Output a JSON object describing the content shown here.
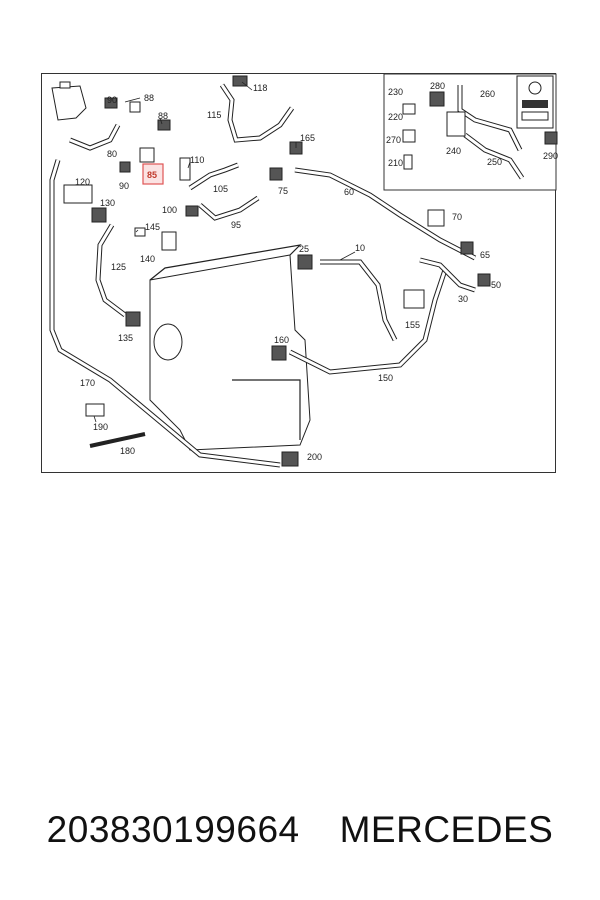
{
  "diagram": {
    "labels": {
      "l10": "10",
      "l25": "25",
      "l30": "30",
      "l50": "50",
      "l60": "60",
      "l65": "65",
      "l70": "70",
      "l75": "75",
      "l80": "80",
      "l85": "85",
      "l88a": "88",
      "l88b": "88",
      "l90a": "90",
      "l90b": "90",
      "l95": "95",
      "l100": "100",
      "l105": "105",
      "l110": "110",
      "l115": "115",
      "l118": "118",
      "l120": "120",
      "l125": "125",
      "l130": "130",
      "l135": "135",
      "l140": "140",
      "l145": "145",
      "l150": "150",
      "l155": "155",
      "l160": "160",
      "l165": "165",
      "l170": "170",
      "l180": "180",
      "l190": "190",
      "l200": "200",
      "l210": "210",
      "l220": "220",
      "l230": "230",
      "l240": "240",
      "l250": "250",
      "l260": "260",
      "l270": "270",
      "l280": "280",
      "l290": "290"
    },
    "highlighted_part": "85",
    "highlight_color": "#e05555"
  },
  "footer": {
    "part_number": "203830199664",
    "brand": "MERCEDES"
  }
}
